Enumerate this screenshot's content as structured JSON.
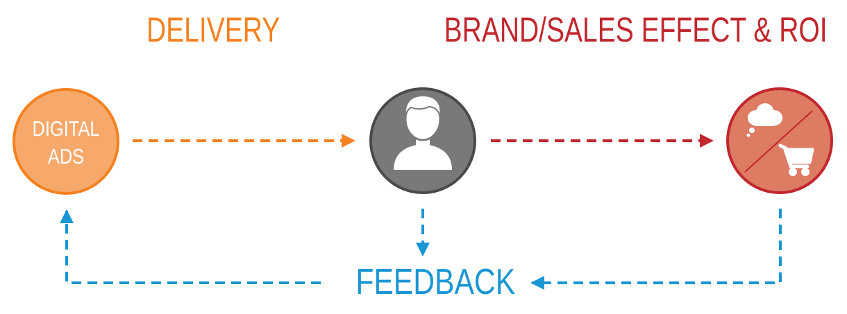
{
  "headings": {
    "delivery": "DELIVERY",
    "brand_sales": "BRAND/SALES EFFECT & ROI"
  },
  "nodes": {
    "digital_ads": {
      "line1": "DIGITAL",
      "line2": "ADS"
    },
    "consumer": {
      "icon": "person-icon"
    },
    "effect": {
      "icons": [
        "thought-cloud-icon",
        "shopping-cart-icon"
      ]
    }
  },
  "feedback": {
    "label": "FEEDBACK"
  },
  "colors": {
    "delivery_orange": "#f4811f",
    "ads_fill": "#f7a96b",
    "effect_red": "#c1272d",
    "effect_fill": "#dd7b63",
    "consumer_gray": "#7a7978",
    "consumer_ring": "#4a4a4a",
    "feedback_blue": "#1a96d4"
  }
}
